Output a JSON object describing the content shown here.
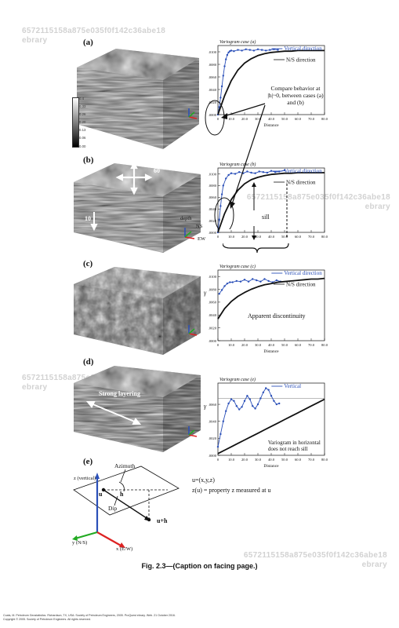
{
  "watermark": "6572115158a875e035f0f142c36abe18 ebrary",
  "figure_caption": "Fig. 2.3—(Caption on facing page.)",
  "footer": {
    "line1": "Coats, M. Petroleum Geostatistics. Richardson, TX, USA: Society of Petroleum Engineers, 2005. ProQuest ebrary. Web. 21 October 2016.",
    "line2": "Copyright © 2005. Society of Petroleum Engineers. All rights reserved."
  },
  "panels": [
    {
      "label": "(a)",
      "colorbar_ticks": [
        "0.4",
        "0.33",
        "0.26",
        "0.20",
        "0.13",
        "0.06",
        "0.00"
      ],
      "chart_data": {
        "type": "line",
        "title": "Variogram case (a)",
        "xlabel": "Distance",
        "xlim": [
          0,
          80
        ],
        "ylim": [
          0,
          0.011
        ],
        "xticks": [
          "0",
          "10.0",
          "20.0",
          "30.0",
          "40.0",
          "50.0",
          "60.0",
          "70.0",
          "80.0"
        ],
        "yticks": [
          ".0000",
          ".0020",
          ".0040",
          ".0060",
          ".0080",
          ".0100"
        ],
        "series": [
          {
            "name": "Vertical direction",
            "color": "#2a4fb8",
            "x": [
              0,
              1,
              2,
              3,
              4,
              5,
              6,
              7,
              8,
              9,
              10,
              12,
              15,
              18,
              21,
              24,
              27,
              30,
              33,
              36,
              39,
              42,
              45
            ],
            "y": [
              0,
              0.0012,
              0.0027,
              0.0045,
              0.0062,
              0.0077,
              0.0088,
              0.0095,
              0.0099,
              0.0101,
              0.0102,
              0.0101,
              0.0103,
              0.0102,
              0.0104,
              0.0103,
              0.0102,
              0.0104,
              0.0103,
              0.0102,
              0.0103,
              0.0104,
              0.0103
            ]
          },
          {
            "name": "N/S direction",
            "color": "#111111",
            "x": [
              0,
              5,
              10,
              15,
              20,
              25,
              30,
              35,
              40,
              45,
              50,
              55,
              60,
              65,
              70,
              75,
              80
            ],
            "y": [
              0,
              0.003,
              0.0054,
              0.0071,
              0.0082,
              0.0089,
              0.0094,
              0.0097,
              0.0099,
              0.01,
              0.0101,
              0.0101,
              0.0102,
              0.0102,
              0.0102,
              0.0102,
              0.0102
            ]
          }
        ],
        "annotations": [
          "Compare behavior at |h|~0, between cases (a) and (b)"
        ]
      }
    },
    {
      "label": "(b)",
      "cube_labels": [
        "60",
        "10"
      ],
      "axis_labels": [
        "depth",
        "NS",
        "EW"
      ],
      "chart_data": {
        "type": "line",
        "title": "Variogram case (b)",
        "xlabel": "",
        "xlim": [
          0,
          80
        ],
        "ylim": [
          0,
          0.011
        ],
        "xticks": [
          "0",
          "10.0",
          "20.0",
          "30.0",
          "40.0",
          "50.0",
          "60.0",
          "70.0",
          "80.0"
        ],
        "yticks": [
          ".0000",
          ".0020",
          ".0040",
          ".0060",
          ".0080",
          ".0100"
        ],
        "series": [
          {
            "name": "Vertical direction",
            "color": "#2a4fb8",
            "x": [
              0,
              1,
              2,
              3,
              4,
              6,
              8,
              10,
              13,
              16,
              19,
              22,
              25,
              28,
              31,
              34,
              37,
              40,
              43,
              46,
              50
            ],
            "y": [
              0,
              0.0022,
              0.0045,
              0.0065,
              0.008,
              0.0092,
              0.0098,
              0.0101,
              0.01,
              0.0103,
              0.0101,
              0.0104,
              0.0102,
              0.0101,
              0.0104,
              0.0103,
              0.0102,
              0.0105,
              0.0103,
              0.0104,
              0.0106
            ]
          },
          {
            "name": "N/S direction",
            "color": "#111111",
            "x": [
              0,
              5,
              10,
              15,
              20,
              25,
              30,
              35,
              40,
              45,
              50,
              55,
              60,
              65,
              70,
              75,
              80
            ],
            "y": [
              0,
              0.0032,
              0.0056,
              0.0072,
              0.0083,
              0.009,
              0.0094,
              0.0097,
              0.0099,
              0.01,
              0.0101,
              0.0101,
              0.0102,
              0.0102,
              0.0102,
              0.0102,
              0.0102
            ]
          }
        ],
        "annotations": [
          "sill"
        ]
      }
    },
    {
      "label": "(c)",
      "chart_data": {
        "type": "line",
        "title": "Variogram case (c)",
        "xlabel": "Distance",
        "ylabel": "γ",
        "xlim": [
          0,
          80
        ],
        "ylim": [
          0,
          0.011
        ],
        "xticks": [
          "0",
          "10.0",
          "20.0",
          "30.0",
          "40.0",
          "50.0",
          "60.0",
          "70.0",
          "80.0"
        ],
        "yticks": [
          ".0000",
          ".0020",
          ".0040",
          ".0060",
          ".0080",
          ".0100"
        ],
        "series": [
          {
            "name": "Vertical direction",
            "color": "#2a4fb8",
            "x": [
              1,
              3,
              5,
              7,
              9,
              11,
              14,
              17,
              20,
              23,
              26,
              29,
              32,
              35,
              38,
              41,
              44,
              47
            ],
            "y": [
              0.0073,
              0.0079,
              0.0085,
              0.0089,
              0.0091,
              0.0091,
              0.0093,
              0.0092,
              0.0095,
              0.0092,
              0.0096,
              0.0094,
              0.0092,
              0.0096,
              0.0093,
              0.0091,
              0.0094,
              0.0092
            ]
          },
          {
            "name": "N/S direction",
            "color": "#111111",
            "x": [
              0,
              5,
              10,
              15,
              20,
              25,
              30,
              35,
              40,
              45,
              50,
              55,
              60,
              65,
              70,
              75,
              80
            ],
            "y": [
              0.0034,
              0.005,
              0.0061,
              0.0069,
              0.0075,
              0.008,
              0.0084,
              0.0087,
              0.0089,
              0.0091,
              0.0092,
              0.0093,
              0.0094,
              0.0095,
              0.0096,
              0.0096,
              0.0097
            ]
          }
        ],
        "annotations": [
          "Apparent discontinuity"
        ]
      }
    },
    {
      "label": "(d)",
      "cube_labels": [
        "Strong layering"
      ],
      "chart_data": {
        "type": "line",
        "title": "Variogram case (e)",
        "xlabel": "Distance",
        "ylabel": "γ",
        "xlim": [
          0,
          80
        ],
        "ylim": [
          0,
          0.0085
        ],
        "xticks": [
          "0",
          "10.0",
          "20.0",
          "30.0",
          "40.0",
          "50.0",
          "60.0",
          "70.0",
          "80.0"
        ],
        "yticks": [
          ".0000",
          ".0020",
          ".0040",
          ".0060"
        ],
        "series": [
          {
            "name": "Vertical",
            "color": "#2a4fb8",
            "x": [
              0,
              2,
              4,
              6,
              8,
              10,
              12,
              14,
              16,
              18,
              20,
              22,
              24,
              26,
              28,
              30,
              32,
              34,
              36,
              38,
              40,
              42,
              44,
              46
            ],
            "y": [
              0.001,
              0.0025,
              0.004,
              0.0052,
              0.0061,
              0.0066,
              0.0064,
              0.0058,
              0.0054,
              0.0057,
              0.0064,
              0.007,
              0.0066,
              0.0058,
              0.0055,
              0.006,
              0.0067,
              0.0074,
              0.0079,
              0.0077,
              0.007,
              0.0064,
              0.006,
              0.0061
            ]
          },
          {
            "name": "Variogram in horizontal does not reach sill",
            "color": "#111111",
            "x": [
              0,
              5,
              10,
              15,
              20,
              25,
              30,
              35,
              40,
              45,
              50,
              55,
              60,
              65,
              70,
              75,
              80
            ],
            "y": [
              0.0002,
              0.0006,
              0.001,
              0.0014,
              0.0018,
              0.0022,
              0.0026,
              0.003,
              0.0034,
              0.0038,
              0.0042,
              0.0046,
              0.005,
              0.0054,
              0.0058,
              0.0062,
              0.0066
            ]
          }
        ],
        "annotations": []
      }
    },
    {
      "label": "(e)",
      "diagram": {
        "azimuth": "Azimuth",
        "z_axis": "z (vertical)",
        "y_axis": "y (N/S)",
        "x_axis": "x (E/W)",
        "u": "u",
        "h": "h",
        "dip": "Dip",
        "u_plus_h": "u+h",
        "eq1": "u=(x,y,z)",
        "eq2": "z(u) = property z measured at u"
      }
    }
  ]
}
